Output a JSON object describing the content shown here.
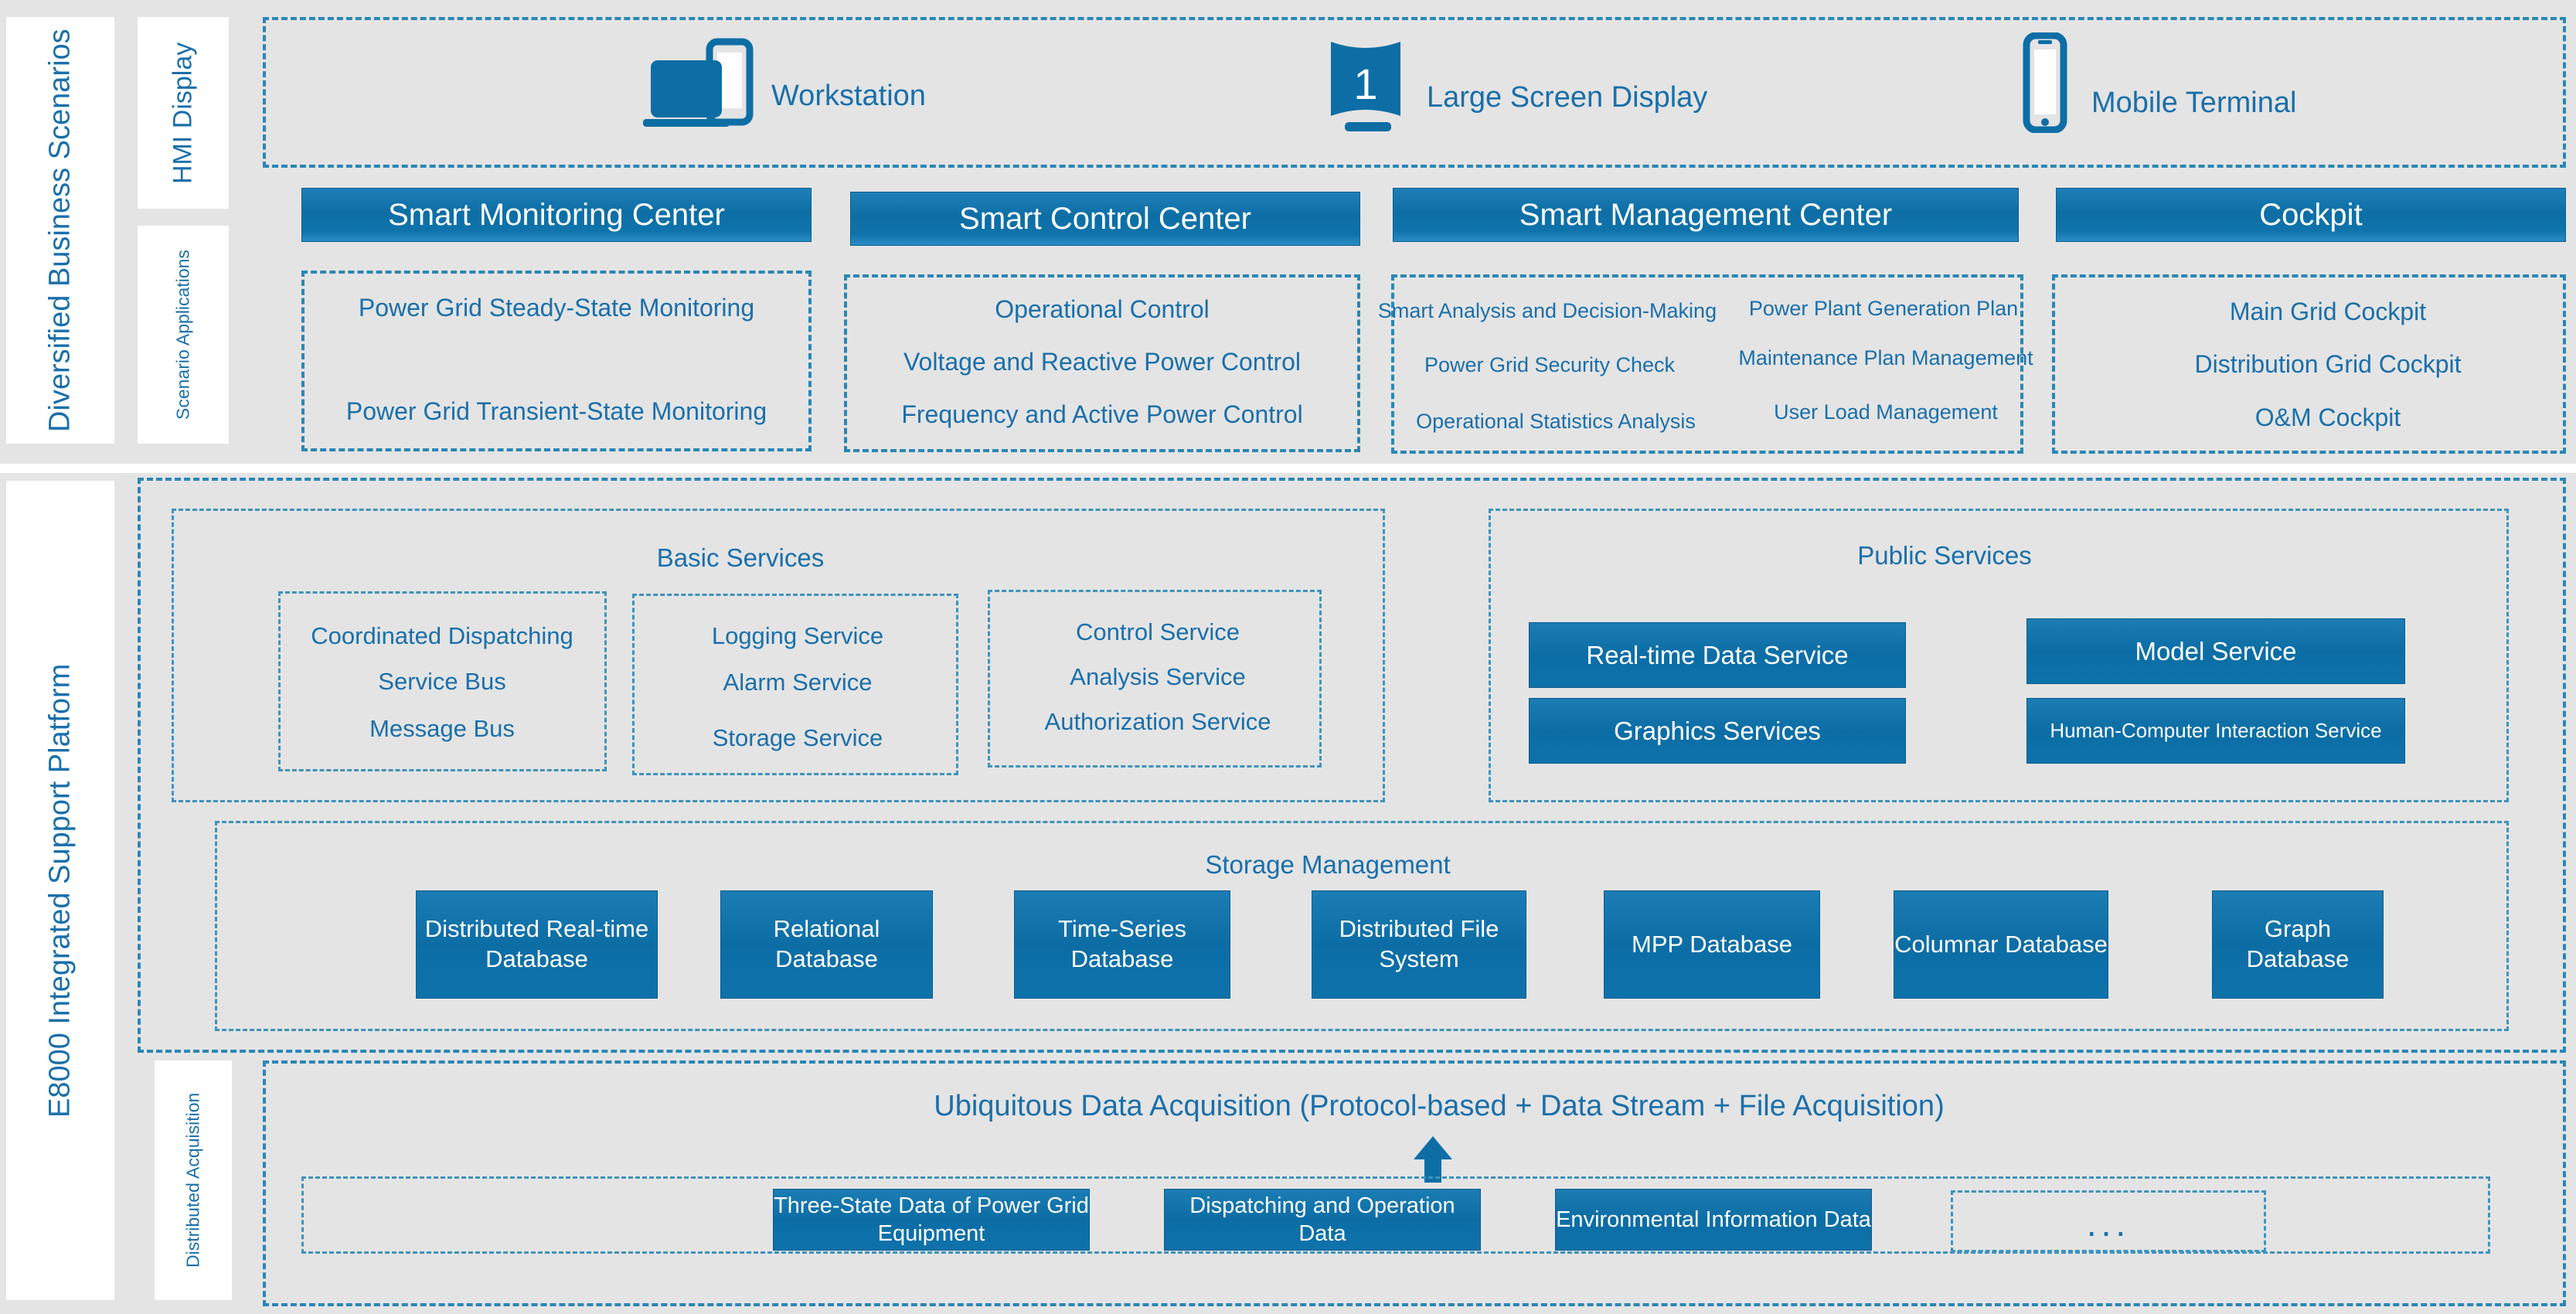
{
  "side_labels": {
    "diversified_business_scenarios": "Diversified Business Scenarios",
    "hmi_display": "HMI Display",
    "scenario_applications": "Scenario Applications",
    "e8000_platform": "E8000 Integrated Support Platform",
    "distributed_acquisition": "Distributed Acquisition"
  },
  "colors": {
    "accent_blue": "#1a6faa",
    "fill_blue": "#0c6da5",
    "dash_blue": "#2b87b5",
    "panel_gray": "#e4e4e4"
  },
  "hmi_devices": [
    {
      "icon": "workstation-icon",
      "label": "Workstation"
    },
    {
      "icon": "large-screen-display-icon",
      "label": "Large Screen Display"
    },
    {
      "icon": "mobile-terminal-icon",
      "label": "Mobile Terminal"
    }
  ],
  "centers": [
    {
      "title": "Smart Monitoring Center",
      "apps": [
        "Power Grid Steady-State Monitoring",
        "Power Grid Transient-State Monitoring"
      ]
    },
    {
      "title": "Smart Control Center",
      "apps": [
        "Operational Control",
        "Voltage and Reactive Power Control",
        "Frequency and Active Power Control"
      ]
    },
    {
      "title": "Smart Management Center",
      "apps": [
        "Smart Analysis and Decision-Making",
        "Power Plant Generation Plan",
        "Power Grid Security Check",
        "Maintenance Plan Management",
        "Operational Statistics Analysis",
        "User Load Management"
      ]
    },
    {
      "title": "Cockpit",
      "apps": [
        "Main Grid Cockpit",
        "Distribution Grid Cockpit",
        "O&M Cockpit"
      ]
    }
  ],
  "basic_services": {
    "title": "Basic Services",
    "groups": [
      {
        "items": [
          "Coordinated Dispatching",
          "Service Bus",
          "Message Bus"
        ]
      },
      {
        "items": [
          "Logging Service",
          "Alarm Service",
          "Storage Service"
        ]
      },
      {
        "items": [
          "Control Service",
          "Analysis Service",
          "Authorization Service"
        ]
      }
    ]
  },
  "public_services": {
    "title": "Public Services",
    "items": [
      "Real-time Data Service",
      "Model Service",
      "Graphics Services",
      "Human-Computer Interaction Service"
    ]
  },
  "storage_management": {
    "title": "Storage Management",
    "databases": [
      "Distributed Real-time Database",
      "Relational Database",
      "Time-Series Database",
      "Distributed File System",
      "MPP Database",
      "Columnar Database",
      "Graph Database"
    ]
  },
  "acquisition": {
    "title": "Ubiquitous Data Acquisition (Protocol-based + Data Stream + File Acquisition)",
    "sources": [
      "Three-State Data of Power Grid Equipment",
      "Dispatching and Operation Data",
      "Environmental Information Data"
    ],
    "ellipsis": "..."
  }
}
